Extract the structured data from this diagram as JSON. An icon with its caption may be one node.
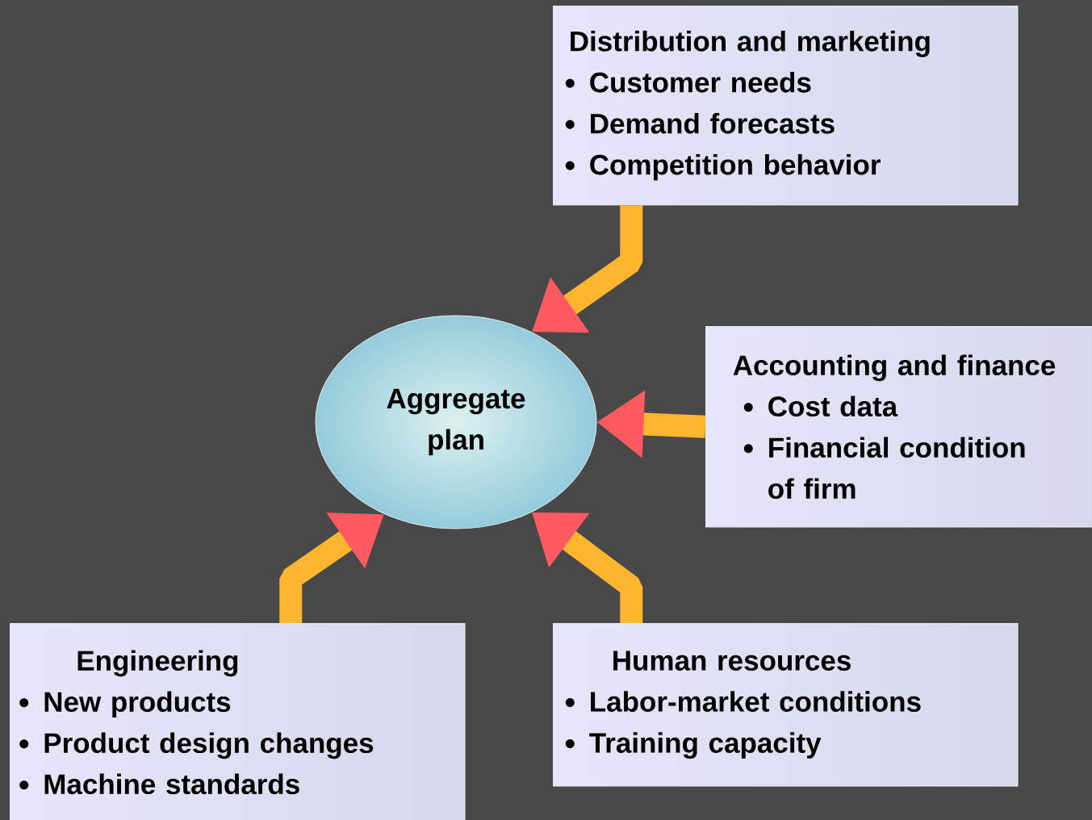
{
  "diagram": {
    "nodes": [
      {
        "text": [
          "Aggregate plan"
        ]
      },
      {
        "text": [
          "Distribution and marketing",
          "Customer needs",
          "Demand forecasts",
          "Competition behavior"
        ]
      },
      {
        "text": [
          "Accounting and finance",
          "Cost data",
          "Financial condition of firm"
        ]
      },
      {
        "text": [
          "Engineering",
          "New products",
          "Product design changes",
          "Machine standards"
        ]
      },
      {
        "text": [
          "Human resources",
          "Labor-market conditions",
          "Training capacity"
        ]
      }
    ],
    "edges": [
      {
        "from": 1,
        "to": 0,
        "arrow": "to"
      },
      {
        "from": 2,
        "to": 0,
        "arrow": "to"
      },
      {
        "from": 3,
        "to": 0,
        "arrow": "to"
      },
      {
        "from": 4,
        "to": 0,
        "arrow": "to"
      }
    ]
  }
}
